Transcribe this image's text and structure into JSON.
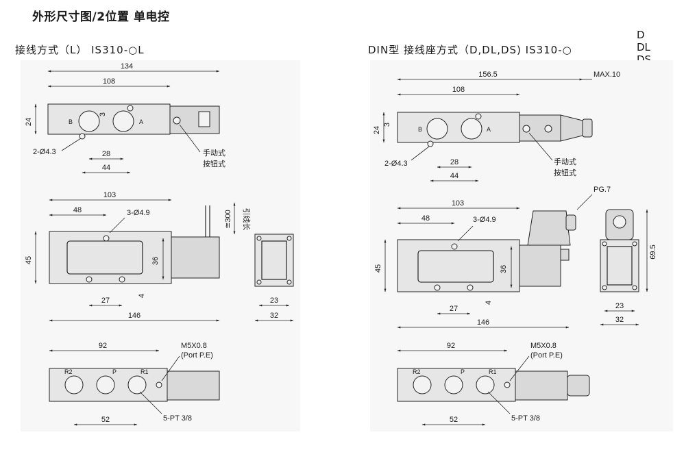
{
  "header": {
    "title": "外形尺寸图/2位置 单电控"
  },
  "left": {
    "subtitle": "接线方式（L） IS310-○L",
    "top_view": {
      "dims": {
        "overall": "134",
        "body": "108",
        "height": "24",
        "offset": "3",
        "hole_spacing": "28",
        "hole_span": "44"
      },
      "ports": {
        "b": "B",
        "a": "A"
      },
      "mounting_holes": "2-Ø4.3",
      "manual_label_1": "手动式",
      "manual_label_2": "按钮式"
    },
    "front_view": {
      "dims": {
        "d103": "103",
        "d48": "48",
        "d45": "45",
        "d36": "36",
        "d27": "27",
        "d4": "4",
        "d146": "146"
      },
      "holes": "3-Ø4.9",
      "lead_length": "≅300",
      "lead_label": "引线长"
    },
    "side_view": {
      "dims": {
        "d23": "23",
        "d32": "32"
      }
    },
    "bottom_view": {
      "dims": {
        "d92": "92",
        "d52": "52"
      },
      "ports": {
        "r2": "R2",
        "p": "P",
        "r1": "R1"
      },
      "pilot_thread": "M5X0.8",
      "pilot_port": "(Port P.E)",
      "port_thread": "5-PT 3/8"
    }
  },
  "right": {
    "subtitle": "DIN型 接线座方式（D,DL,DS) IS310-○",
    "variants": [
      "D",
      "DL",
      "DS"
    ],
    "top_view": {
      "dims": {
        "overall": "156.5",
        "max": "MAX.10",
        "body": "108",
        "height": "24",
        "offset": "3",
        "hole_spacing": "28",
        "hole_span": "44"
      },
      "ports": {
        "b": "B",
        "a": "A"
      },
      "mounting_holes": "2-Ø4.3",
      "manual_label_1": "手动式",
      "manual_label_2": "按钮式"
    },
    "front_view": {
      "dims": {
        "d103": "103",
        "d48": "48",
        "d45": "45",
        "d36": "36",
        "d27": "27",
        "d4": "4",
        "d146": "146"
      },
      "holes": "3-Ø4.9",
      "connector": "PG.7"
    },
    "side_view": {
      "dims": {
        "d23": "23",
        "d32": "32",
        "d69": "69.5"
      }
    },
    "bottom_view": {
      "dims": {
        "d92": "92",
        "d52": "52"
      },
      "ports": {
        "r2": "R2",
        "p": "P",
        "r1": "R1"
      },
      "pilot_thread": "M5X0.8",
      "pilot_port": "(Port P.E)",
      "port_thread": "5-PT 3/8"
    }
  }
}
